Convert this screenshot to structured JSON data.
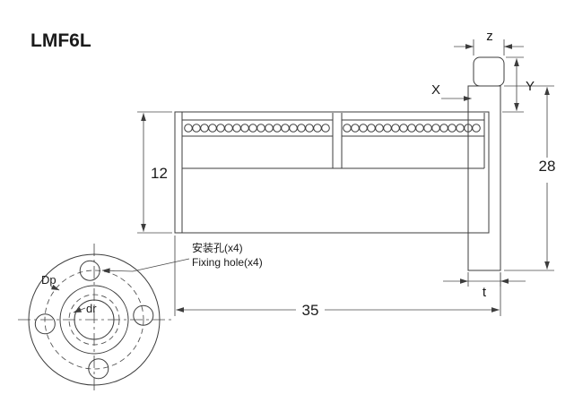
{
  "title": "LMF6L",
  "side_view": {
    "dim_height": "12",
    "dim_overall_height": "28",
    "dim_length": "35",
    "dim_flange_thickness": "t",
    "dim_top_width": "z",
    "dim_x": "X",
    "dim_y": "Y"
  },
  "front_view": {
    "bolt_circle_label": "Dp",
    "bore_label": "dr",
    "fixing_hole_note_cn": "安装孔(x4)",
    "fixing_hole_note_en": "Fixing hole(x4)"
  },
  "colors": {
    "line_color": "#3d3d3d",
    "background": "#ffffff"
  }
}
